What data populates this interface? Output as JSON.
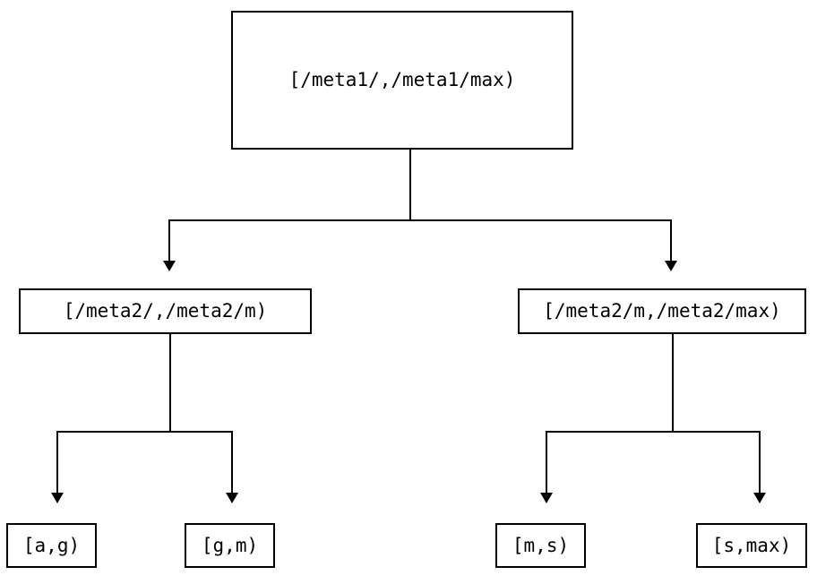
{
  "diagram": {
    "type": "tree",
    "title": "",
    "levels": 3,
    "colors": {
      "background": "#ffffff",
      "stroke": "#000000",
      "box_fill": "#ffffff",
      "text": "#000000"
    },
    "nodes": {
      "root": {
        "id": "root",
        "label": "[/meta1/,/meta1/max)"
      },
      "mid_left": {
        "id": "mid-left",
        "label": "[/meta2/,/meta2/m)"
      },
      "mid_right": {
        "id": "mid-right",
        "label": "[/meta2/m,/meta2/max)"
      },
      "leaf_1": {
        "id": "leaf-a-g",
        "label": "[a,g)"
      },
      "leaf_2": {
        "id": "leaf-g-m",
        "label": "[g,m)"
      },
      "leaf_3": {
        "id": "leaf-m-s",
        "label": "[m,s)"
      },
      "leaf_4": {
        "id": "leaf-s-max",
        "label": "[s,max)"
      }
    },
    "edges": [
      {
        "from": "root",
        "to": "mid_left",
        "arrow": "down-triangle"
      },
      {
        "from": "root",
        "to": "mid_right",
        "arrow": "down-triangle"
      },
      {
        "from": "mid_left",
        "to": "leaf_1",
        "arrow": "down-triangle"
      },
      {
        "from": "mid_left",
        "to": "leaf_2",
        "arrow": "down-triangle"
      },
      {
        "from": "mid_right",
        "to": "leaf_3",
        "arrow": "down-triangle"
      },
      {
        "from": "mid_right",
        "to": "leaf_4",
        "arrow": "down-triangle"
      }
    ]
  }
}
